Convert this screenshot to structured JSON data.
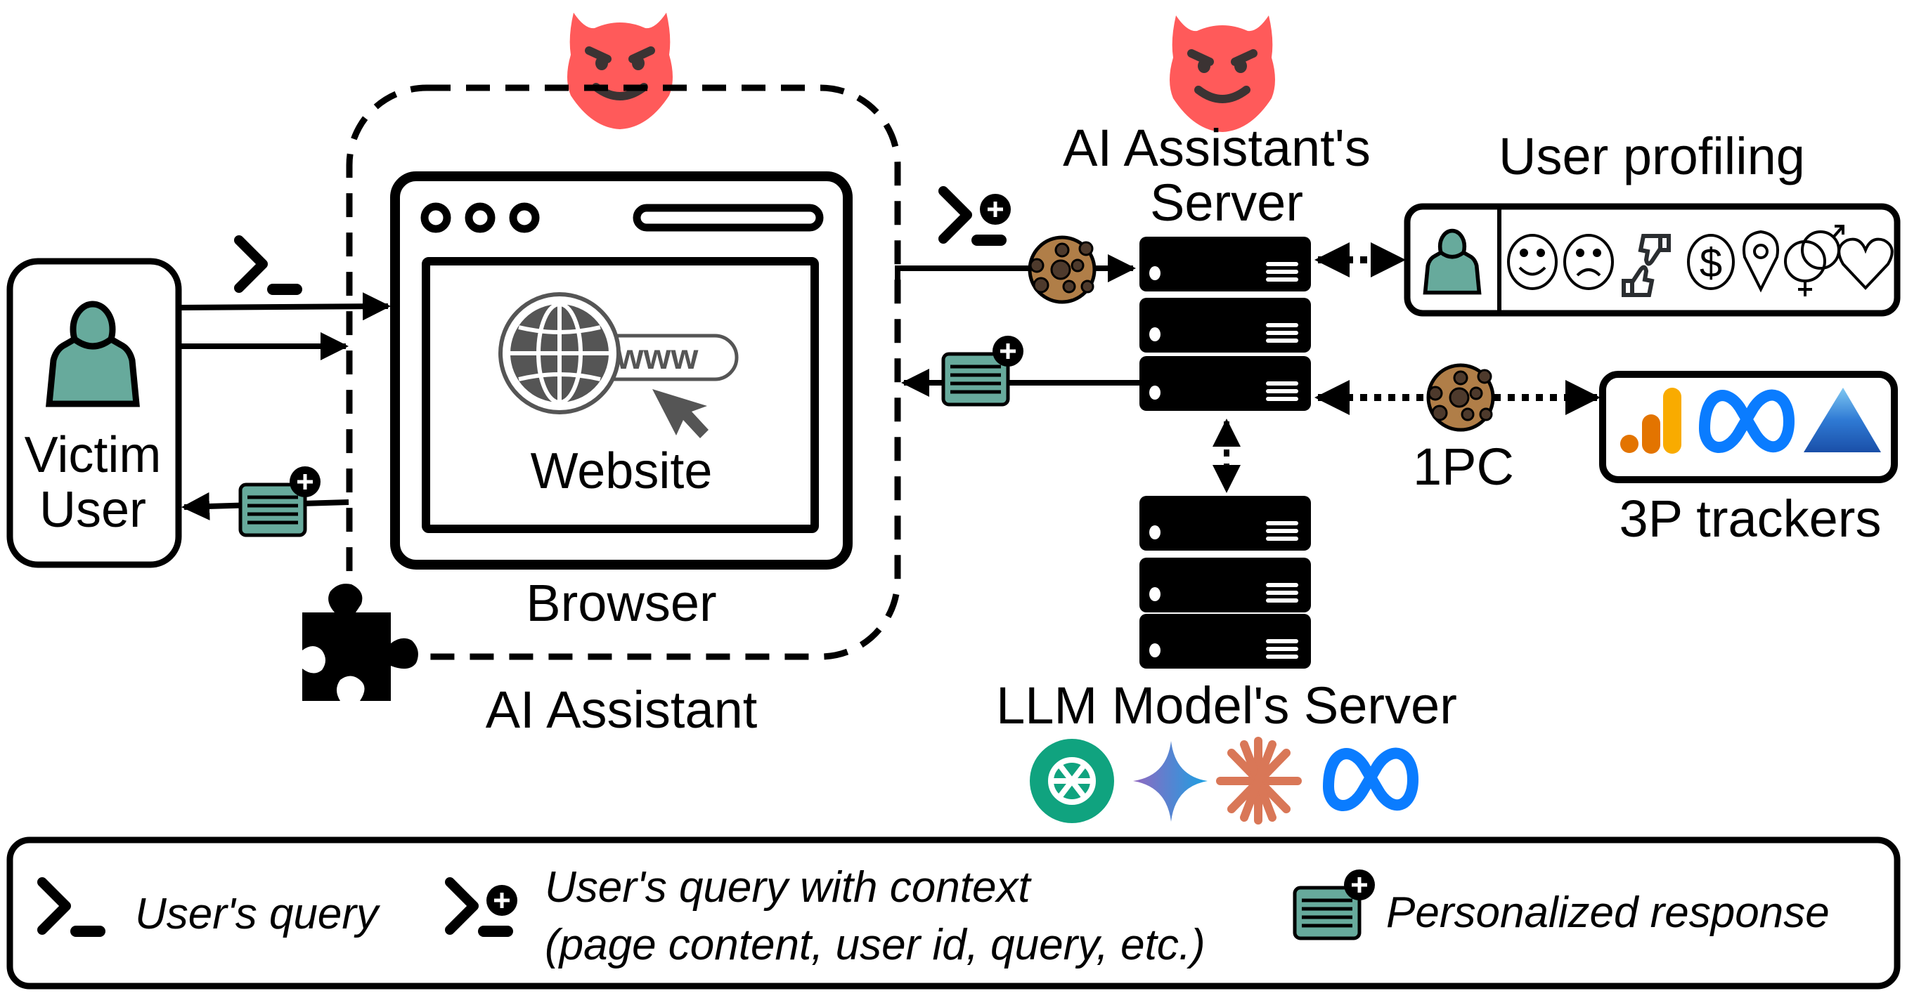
{
  "diagram": {
    "victim": {
      "line1": "Victim",
      "line2": "User"
    },
    "browser": {
      "label": "Browser",
      "website_label": "Website",
      "url_text": "www"
    },
    "assistant": {
      "label": "AI Assistant"
    },
    "assistant_server": {
      "line1": "AI Assistant's",
      "line2": "Server"
    },
    "llm_server": {
      "label": "LLM Model's Server",
      "providers": [
        "openai-icon",
        "gemini-icon",
        "claude-icon",
        "meta-icon"
      ]
    },
    "profiling": {
      "label": "User profiling",
      "attributes": [
        "happy-face-icon",
        "sad-face-icon",
        "thumbs-up-down-icon",
        "dollar-icon",
        "location-pin-icon",
        "gender-icon",
        "heart-icon"
      ]
    },
    "cookie_label": "1PC",
    "trackers": {
      "label": "3P trackers",
      "logos": [
        "google-analytics-icon",
        "meta-icon",
        "azure-icon"
      ]
    }
  },
  "legend": {
    "query": "User's query",
    "query_context_line1": "User's query with context",
    "query_context_line2": "(page content, user id, query, etc.)",
    "response": "Personalized response"
  },
  "colors": {
    "teal": "#67AA9C",
    "devil": "#FF5A5A",
    "devil_face": "#3B3333",
    "cookie": "#B07E48",
    "cookie_spots": "#4E3A2C",
    "ga_orange": "#E37400",
    "ga_yellow": "#F9AB00",
    "meta_blue": "#0668E1",
    "azure_blue": "#2D6FD0"
  }
}
